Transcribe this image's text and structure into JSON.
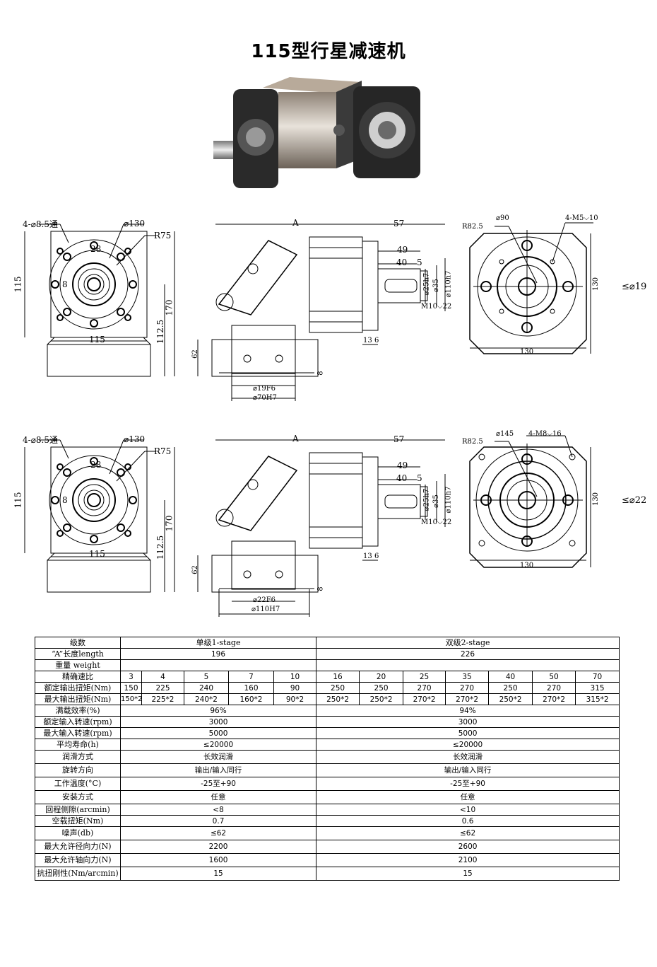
{
  "page": {
    "title": "115型行星减速机",
    "shaft_note_1": "≤⌀19",
    "shaft_note_2": "≤⌀22"
  },
  "drawing1": {
    "front": {
      "holes": "4-⌀8.5通",
      "pcd": "⌀130",
      "radius": "R75",
      "d28": "28",
      "d8": "8",
      "w115": "115",
      "h115": "115",
      "h170": "170",
      "h1125": "112.5"
    },
    "side": {
      "A": "A",
      "d57": "57",
      "d49": "49",
      "d40": "40",
      "d5": "5",
      "d25": "⌀25h7",
      "d35": "⌀35",
      "d110": "⌀110h7",
      "thread": "M10⌵22",
      "d13": "13",
      "d6": "6",
      "h62": "62",
      "d8": "8",
      "bore": "⌀19F6",
      "bore2": "⌀70H7"
    },
    "rear": {
      "radius": "R82.5",
      "pcd": "⌀90",
      "holes": "4-M5⌵10",
      "w130": "130",
      "h130": "130"
    }
  },
  "drawing2": {
    "front": {
      "holes": "4-⌀8.5通",
      "pcd": "⌀130",
      "radius": "R75",
      "d28": "28",
      "d8": "8",
      "w115": "115",
      "h115": "115",
      "h170": "170",
      "h1125": "112.5"
    },
    "side": {
      "A": "A",
      "d57": "57",
      "d49": "49",
      "d40": "40",
      "d5": "5",
      "d25": "⌀25h7",
      "d35": "⌀35",
      "d110": "⌀110h7",
      "thread": "M10⌵22",
      "d13": "13",
      "d6": "6",
      "h62": "62",
      "d8": "8",
      "bore": "⌀22F6",
      "bore2": "⌀110H7"
    },
    "rear": {
      "radius": "R82.5",
      "pcd": "⌀145",
      "holes": "4-M8⌵16",
      "w130": "130",
      "h130": "130"
    }
  },
  "table": {
    "stages": {
      "label": "级数",
      "single": "单级1-stage",
      "double": "双级2-stage"
    },
    "length": {
      "label": "“A”长度length",
      "single": "196",
      "double": "226"
    },
    "weight": {
      "label": "重量 weight"
    },
    "ratio": {
      "label": "精确速比",
      "values": [
        "3",
        "4",
        "5",
        "7",
        "10",
        "16",
        "20",
        "25",
        "35",
        "40",
        "50",
        "70"
      ]
    },
    "rated_torque": {
      "label": "额定输出扭矩(Nm)",
      "values": [
        "150",
        "225",
        "240",
        "160",
        "90",
        "250",
        "250",
        "270",
        "270",
        "250",
        "270",
        "315"
      ]
    },
    "max_torque": {
      "label": "最大输出扭矩(Nm)",
      "values": [
        "150*2",
        "225*2",
        "240*2",
        "160*2",
        "90*2",
        "250*2",
        "250*2",
        "270*2",
        "270*2",
        "250*2",
        "270*2",
        "315*2"
      ]
    },
    "efficiency": {
      "label": "满载效率(%)",
      "single": "96%",
      "double": "94%"
    },
    "rated_input": {
      "label": "额定输入转速(rpm)",
      "single": "3000",
      "double": "3000"
    },
    "max_input": {
      "label": "最大输入转速(rpm)",
      "single": "5000",
      "double": "5000"
    },
    "life": {
      "label": "平均寿命(h)",
      "single": "≤20000",
      "double": "≤20000"
    },
    "lubrication": {
      "label": "润滑方式",
      "single": "长效润滑",
      "double": "长效润滑"
    },
    "rotation": {
      "label": "旋转方向",
      "single": "输出/输入同行",
      "double": "输出/输入同行"
    },
    "temperature": {
      "label": "工作温度(°C)",
      "single": "-25至+90",
      "double": "-25至+90"
    },
    "mounting": {
      "label": "安装方式",
      "single": "任意",
      "double": "任意"
    },
    "backlash": {
      "label": "回程侧隙(arcmin)",
      "single": "<8",
      "double": "<10"
    },
    "no_load": {
      "label": "空载扭矩(Nm)",
      "single": "0.7",
      "double": "0.6"
    },
    "noise": {
      "label": "噪声(db)",
      "single": "≤62",
      "double": "≤62"
    },
    "radial": {
      "label": "最大允许径向力(N)",
      "single": "2200",
      "double": "2600"
    },
    "axial": {
      "label": "最大允许轴向力(N)",
      "single": "1600",
      "double": "2100"
    },
    "stiffness": {
      "label": "抗扭刚性(Nm/arcmin)",
      "single": "15",
      "double": "15"
    }
  }
}
